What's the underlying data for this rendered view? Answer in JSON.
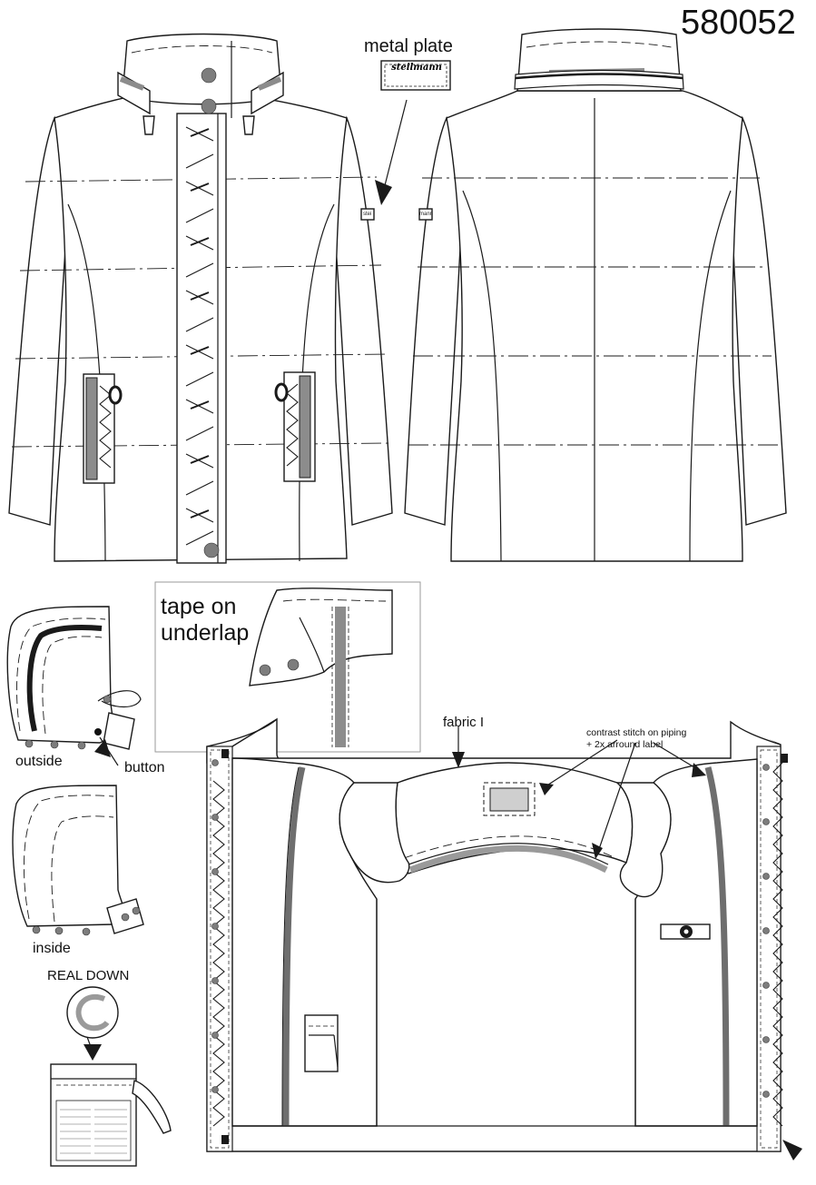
{
  "sheet": {
    "style_number": "580052"
  },
  "labels": {
    "metal_plate": "metal plate",
    "plate_brand": "steilmann",
    "tape_on_underlap": "tape on underlap",
    "outside": "outside",
    "button": "button",
    "inside": "inside",
    "real_down": "REAL DOWN",
    "fabric": "fabric I",
    "contrast_stitch_line1": "contrast stitch on piping",
    "contrast_stitch_line2": "+ 2x arround label",
    "sleeve_tag_front": "stei",
    "sleeve_tag_back": "mann"
  },
  "colors": {
    "line": "#1a1a1a",
    "fill": "#ffffff",
    "grey_tape": "#8c8c8c",
    "snap": "#7d7d7d",
    "panel_border": "#9a9a9a"
  }
}
